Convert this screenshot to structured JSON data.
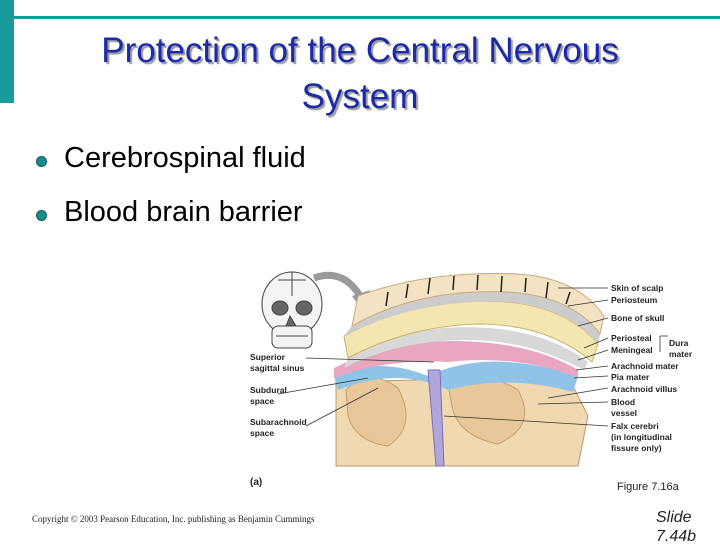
{
  "slide": {
    "title_line1": "Protection of the Central Nervous",
    "title_line2": "System",
    "bullets": [
      "Cerebrospinal fluid",
      "Blood brain barrier"
    ],
    "figure": {
      "panel_label": "(a)",
      "left_labels": {
        "superior_sagittal_sinus": "Superior sagittal sinus",
        "subdural_space": "Subdural space",
        "subarachnoid_space": "Subarachnoid space"
      },
      "right_labels": {
        "skin_of_scalp": "Skin of scalp",
        "periosteum": "Periosteum",
        "bone_of_skull": "Bone of skull",
        "periosteal": "Periosteal",
        "meningeal": "Meningeal",
        "dura_mater": "Dura mater",
        "arachnoid_mater": "Arachnoid mater",
        "pia_mater": "Pia mater",
        "arachnoid_villus": "Arachnoid villus",
        "blood_vessel": "Blood vessel",
        "falx_cerebri": "Falx cerebri",
        "falx_note": "(in longitudinal fissure only)"
      }
    },
    "figure_caption": "Figure 7.16a",
    "copyright": "Copyright © 2003 Pearson Education, Inc. publishing as Benjamin Cummings",
    "slide_number": "Slide 7.44b"
  },
  "colors": {
    "accent_bar": "#1a9a9a",
    "title": "#1a2aa8",
    "bullet": "#1a8a8a"
  }
}
